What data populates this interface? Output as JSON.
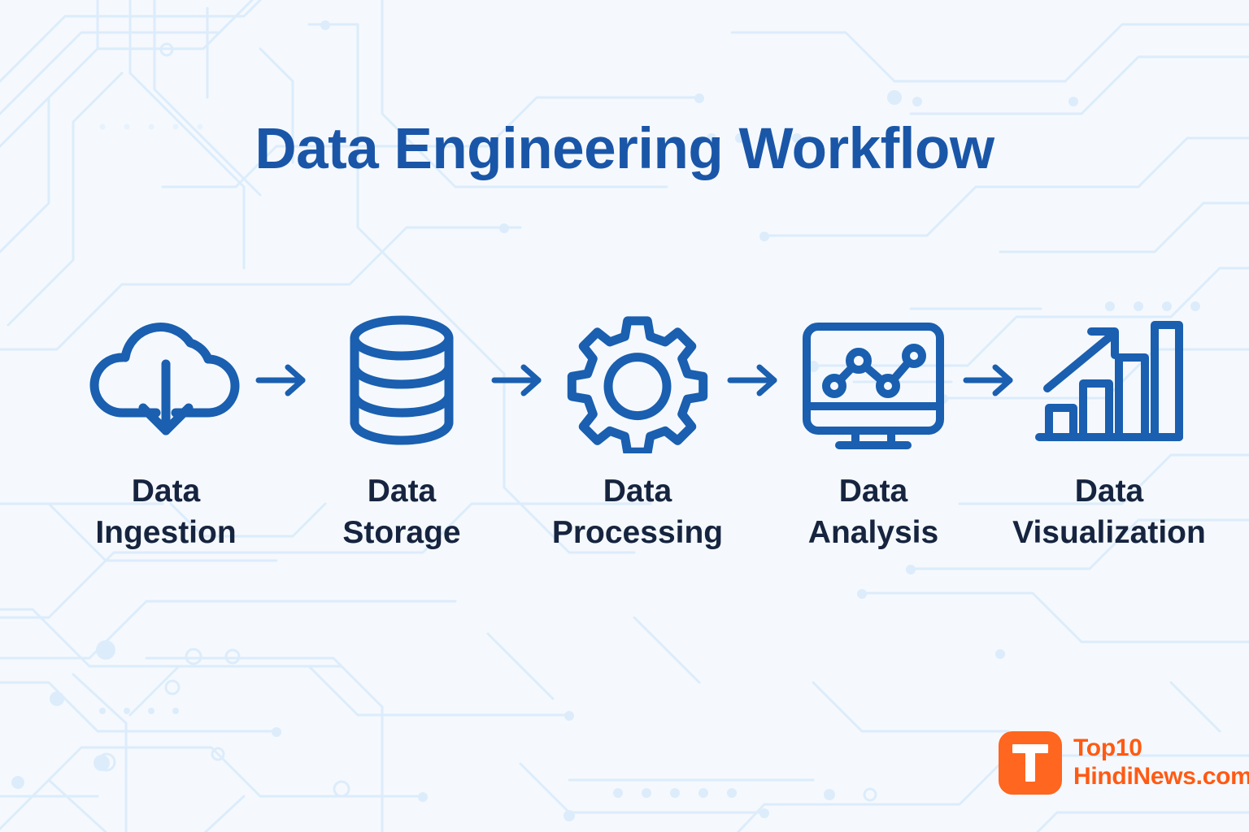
{
  "page": {
    "title": "Data Engineering Workflow",
    "background_color": "#f5f9fd",
    "title_color": "#1a56a8",
    "icon_color": "#1a5fb0",
    "label_color": "#16243f",
    "circuit_trace_color": "#dcecfb",
    "accent_orange": "#ff6620"
  },
  "flow": {
    "arrow_glyph": "arrow-right",
    "steps": [
      {
        "id": "data-ingestion",
        "icon": "cloud-download-icon",
        "label": "Data\nIngestion",
        "label_line1": "Data",
        "label_line2": "Ingestion"
      },
      {
        "id": "data-storage",
        "icon": "database-cylinder-icon",
        "label": "Data\nStorage",
        "label_line1": "Data",
        "label_line2": "Storage"
      },
      {
        "id": "data-processing",
        "icon": "gear-icon",
        "label": "Data\nProcessing",
        "label_line1": "Data",
        "label_line2": "Processing"
      },
      {
        "id": "data-analysis",
        "icon": "monitor-line-chart-icon",
        "label": "Data\nAnalysis",
        "label_line1": "Data",
        "label_line2": "Analysis"
      },
      {
        "id": "data-visualization",
        "icon": "bar-chart-growth-icon",
        "label": "Data\nVisualization",
        "label_line1": "Data",
        "label_line2": "Visualization"
      }
    ]
  },
  "logo": {
    "mark_letter": "T",
    "line1": "Top10",
    "line2": "HindiNews.com",
    "color": "#ff5a14"
  }
}
